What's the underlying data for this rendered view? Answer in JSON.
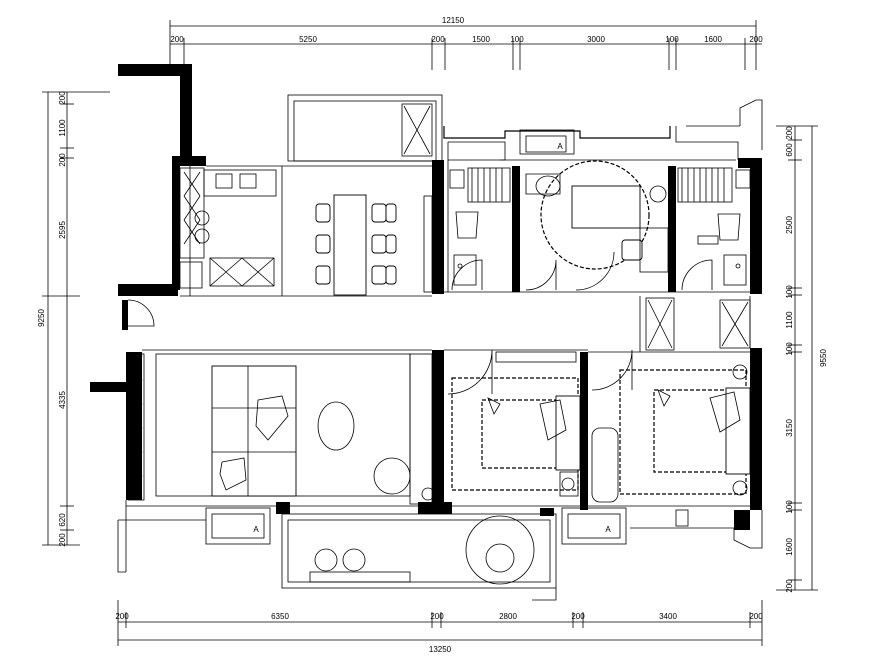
{
  "dimensions": {
    "top_total": "12150",
    "top_segments": [
      "200",
      "5250",
      "200",
      "1500",
      "100",
      "3000",
      "100",
      "1600",
      "200"
    ],
    "bottom_total": "13250",
    "bottom_segments": [
      "200",
      "6350",
      "200",
      "2800",
      "200",
      "3400",
      "200"
    ],
    "left_total": "9250",
    "left_segments": [
      "200",
      "1100",
      "200",
      "2595",
      "4335",
      "620",
      "200"
    ],
    "right_total": "9550",
    "right_segments": [
      "200",
      "600",
      "2500",
      "100",
      "1100",
      "100",
      "3150",
      "100",
      "1600",
      "200"
    ]
  },
  "labels": {
    "tank_label": "A"
  }
}
